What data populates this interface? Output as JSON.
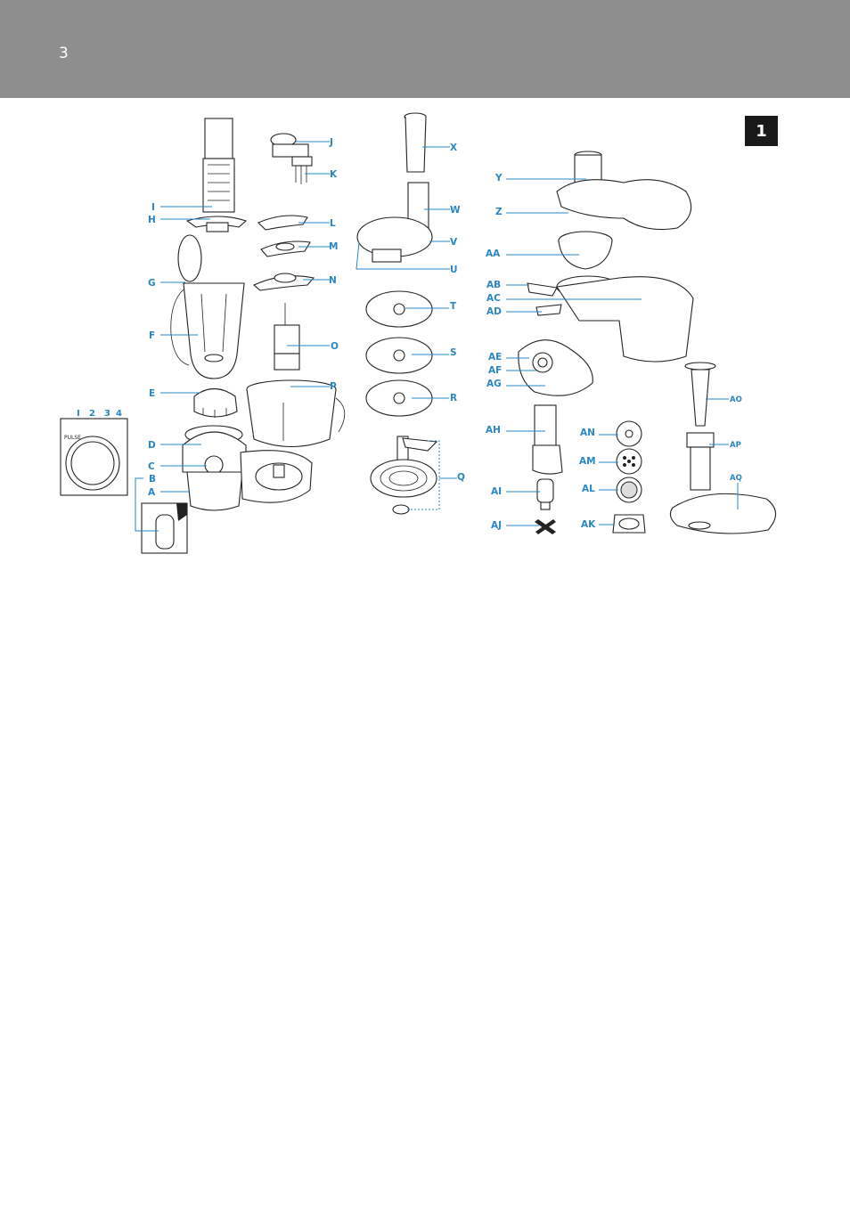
{
  "header": {
    "page_number": "3",
    "background": "#8e8e8e"
  },
  "figure": {
    "number": "1",
    "label_color": "#2a86c4"
  },
  "labels": {
    "A": "A",
    "B": "B",
    "C": "C",
    "D": "D",
    "E": "E",
    "F": "F",
    "G": "G",
    "H": "H",
    "I": "I",
    "J": "J",
    "K": "K",
    "L": "L",
    "M": "M",
    "N": "N",
    "O": "O",
    "P": "P",
    "Q": "Q",
    "R": "R",
    "S": "S",
    "T": "T",
    "U": "U",
    "V": "V",
    "W": "W",
    "X": "X",
    "Y": "Y",
    "Z": "Z",
    "AA": "AA",
    "AB": "AB",
    "AC": "AC",
    "AD": "AD",
    "AE": "AE",
    "AF": "AF",
    "AG": "AG",
    "AH": "AH",
    "AI": "AI",
    "AJ": "AJ",
    "AK": "AK",
    "AL": "AL",
    "AM": "AM",
    "AN": "AN",
    "AO": "AO",
    "AP": "AP",
    "AQ": "AQ"
  },
  "dial": {
    "positions": [
      "I",
      "2",
      "3",
      "4"
    ],
    "pulse_text": "PULSE"
  }
}
